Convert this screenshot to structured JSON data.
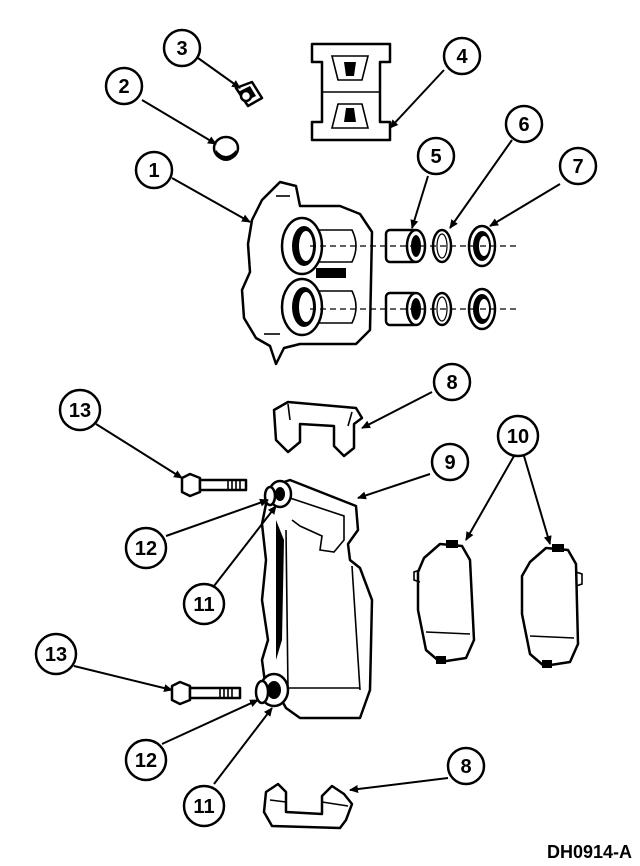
{
  "figure_id": "DH0914-A",
  "callouts": [
    "1",
    "2",
    "3",
    "4",
    "5",
    "6",
    "7",
    "8",
    "8",
    "9",
    "10",
    "11",
    "11",
    "12",
    "12",
    "13",
    "13"
  ],
  "colors": {
    "ink": "#000000",
    "paper": "#ffffff"
  }
}
